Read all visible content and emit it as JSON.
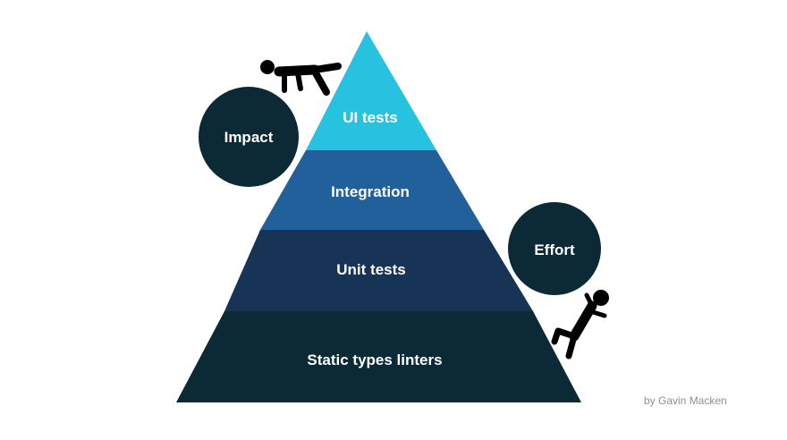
{
  "pyramid": {
    "tiers": [
      {
        "label": "UI tests",
        "color": "#27c2e0"
      },
      {
        "label": "Integration",
        "color": "#22609c"
      },
      {
        "label": "Unit tests",
        "color": "#173456"
      },
      {
        "label": "Static types linters",
        "color": "#0b2a36"
      }
    ]
  },
  "balls": {
    "impact": {
      "label": "Impact",
      "color": "#0b2a36"
    },
    "effort": {
      "label": "Effort",
      "color": "#0b2a36"
    }
  },
  "icons": {
    "pusher_top": "person-pushing-icon",
    "pusher_bottom": "person-falling-icon"
  },
  "credit": {
    "text": "by Gavin Macken"
  }
}
